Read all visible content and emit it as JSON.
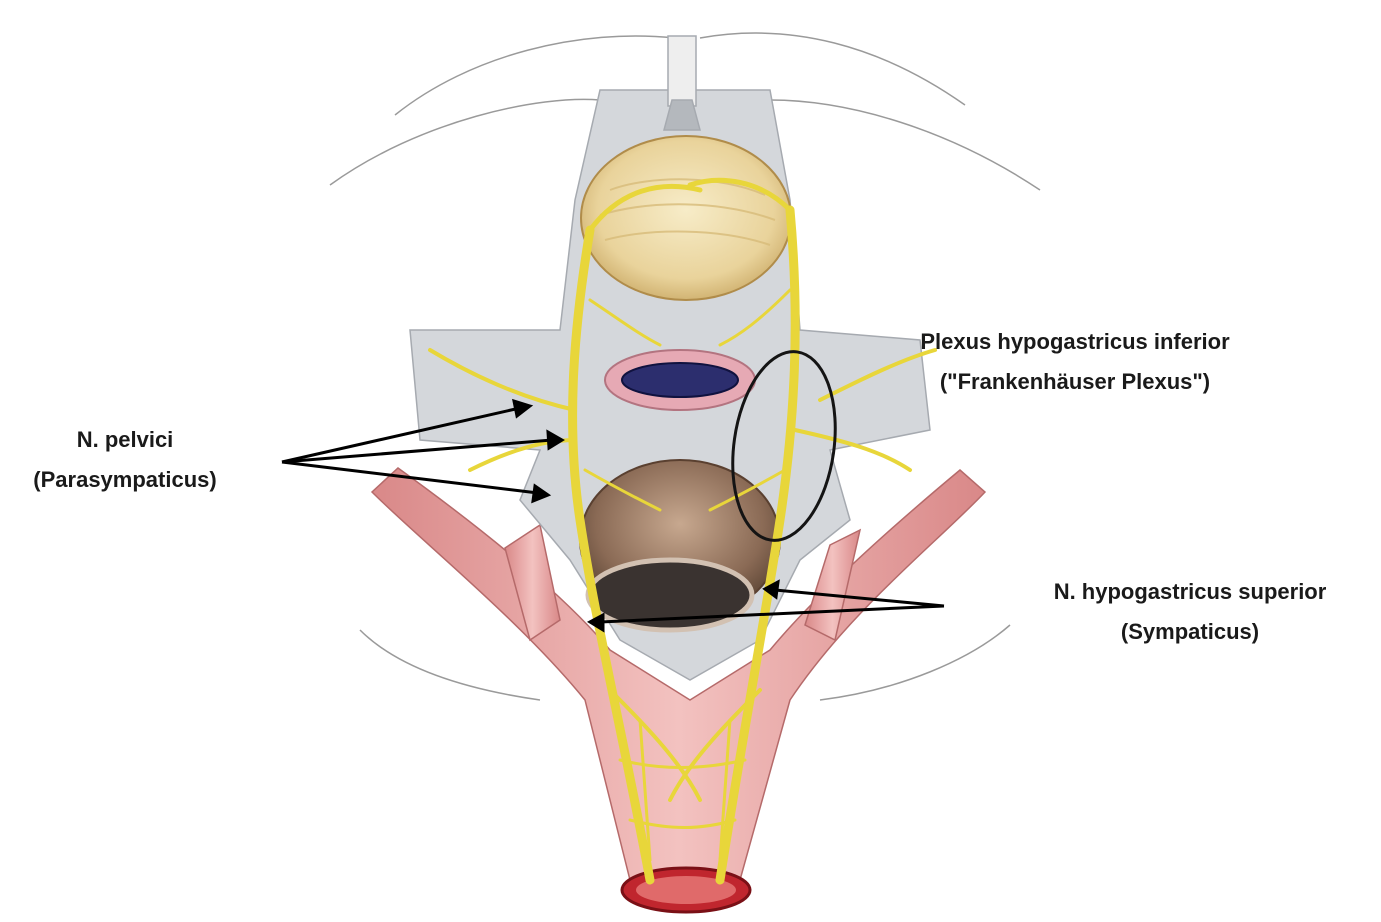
{
  "labels": {
    "pelvic_nerves": {
      "line1": "N. pelvici",
      "line2": "(Parasympaticus)"
    },
    "inferior_plexus": {
      "line1": "Plexus hypogastricus inferior",
      "line2": "(\"Frankenhäuser Plexus\")"
    },
    "superior_nerve": {
      "line1": "N. hypogastricus superior",
      "line2": "(Sympaticus)"
    }
  },
  "colors": {
    "background": "#ffffff",
    "peritoneum": "#c9ccd0",
    "nerve": "#e8d63a",
    "artery": "#e8a3a3",
    "bladder": "#e9d39b",
    "rectum": "#8a6a55",
    "vagina_lumen": "#2c2e6e",
    "label_text": "#1a1a1a",
    "leader_line": "#000000"
  }
}
